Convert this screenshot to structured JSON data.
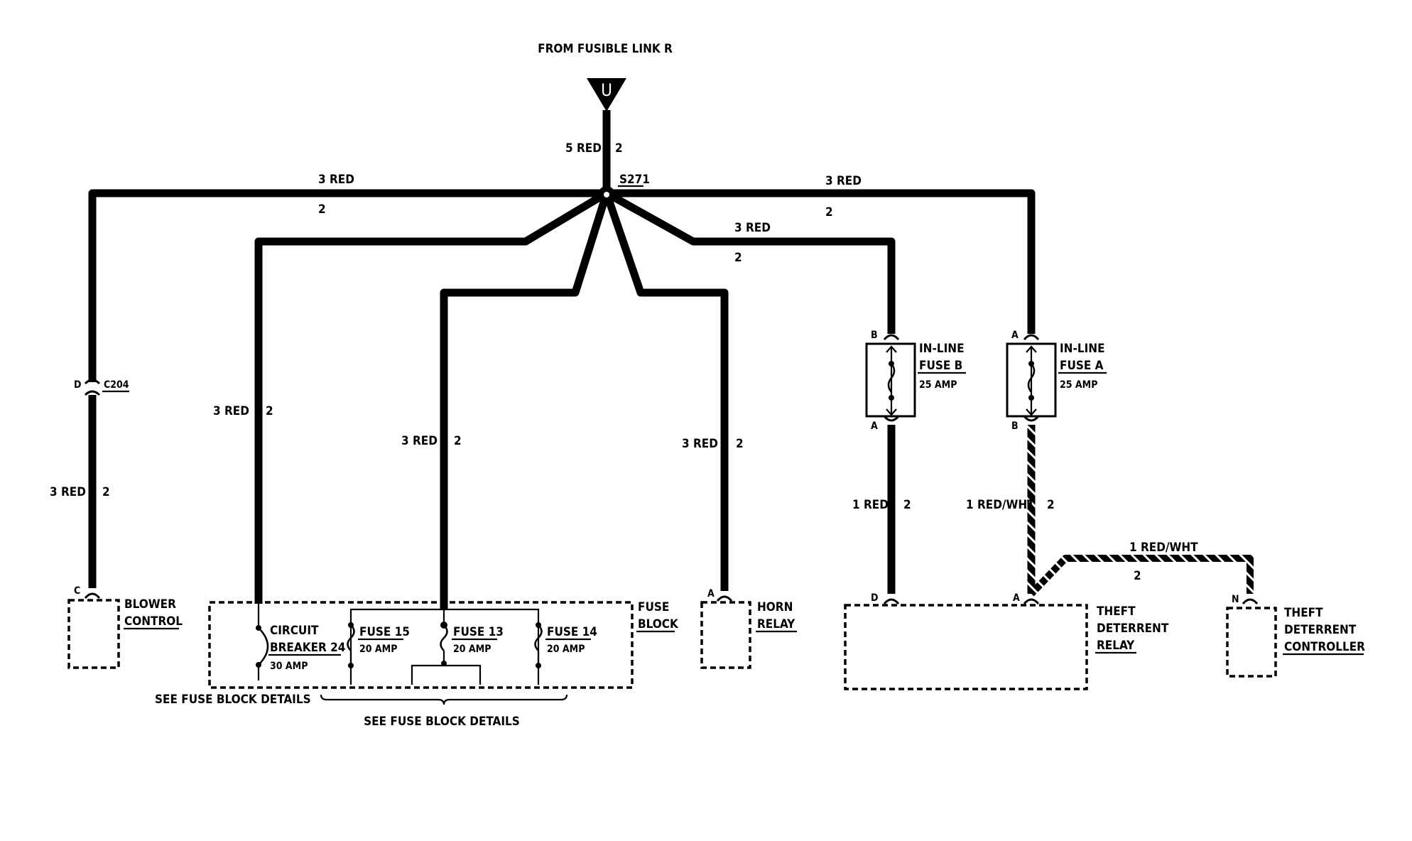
{
  "source": {
    "label": "FROM FUSIBLE LINK R",
    "connector": "U"
  },
  "splice": {
    "name": "S271"
  },
  "wires": {
    "main": {
      "gauge": "5 RED",
      "circuit": "2"
    },
    "blower_top": {
      "gauge": "3 RED",
      "circuit": "2"
    },
    "blower_lower": {
      "gauge": "3 RED",
      "circuit": "2"
    },
    "breaker": {
      "gauge": "3 RED",
      "circuit": "2"
    },
    "fuse13": {
      "gauge": "3 RED",
      "circuit": "2"
    },
    "horn": {
      "gauge": "3 RED",
      "circuit": "2"
    },
    "inline_b_top": {
      "gauge": "3 RED",
      "circuit": "2"
    },
    "inline_a_top": {
      "gauge": "3 RED",
      "circuit": "2"
    },
    "inline_b_bottom": {
      "gauge": "1 RED",
      "circuit": "2"
    },
    "inline_a_bottom": {
      "gauge": "1 RED/WHT",
      "circuit": "2"
    },
    "controller": {
      "gauge": "1 RED/WHT",
      "circuit": "2"
    }
  },
  "connectors": {
    "c204": {
      "name": "C204",
      "pin": "D"
    }
  },
  "components": {
    "blower": {
      "line1": "BLOWER",
      "line2": "CONTROL",
      "pin": "C"
    },
    "fuse_block": {
      "line1": "FUSE",
      "line2": "BLOCK",
      "breaker": {
        "line1": "CIRCUIT",
        "line2": "BREAKER 24",
        "rating": "30 AMP"
      },
      "fuse15": {
        "name": "FUSE 15",
        "rating": "20 AMP"
      },
      "fuse13": {
        "name": "FUSE 13",
        "rating": "20 AMP"
      },
      "fuse14": {
        "name": "FUSE 14",
        "rating": "20 AMP"
      },
      "note1": "SEE FUSE BLOCK DETAILS",
      "note2": "SEE FUSE BLOCK DETAILS"
    },
    "horn": {
      "line1": "HORN",
      "line2": "RELAY",
      "pin": "A"
    },
    "inline_b": {
      "line1": "IN-LINE",
      "line2": "FUSE B",
      "rating": "25 AMP",
      "pin_top": "B",
      "pin_bottom": "A"
    },
    "inline_a": {
      "line1": "IN-LINE",
      "line2": "FUSE A",
      "rating": "25 AMP",
      "pin_top": "A",
      "pin_bottom": "B"
    },
    "theft_relay": {
      "line1": "THEFT",
      "line2": "DETERRENT",
      "line3": "RELAY",
      "pin_d": "D",
      "pin_a": "A"
    },
    "theft_controller": {
      "line1": "THEFT",
      "line2": "DETERRENT",
      "line3": "CONTROLLER",
      "pin": "N"
    }
  }
}
